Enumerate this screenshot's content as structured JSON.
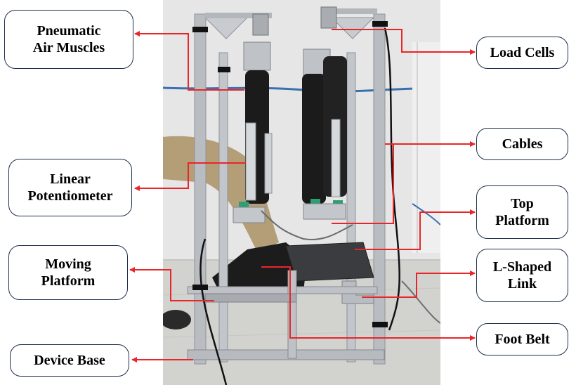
{
  "labels": {
    "pneumatic": "Pneumatic\nAir Muscles",
    "linear": "Linear\nPotentiometer",
    "moving": "Moving\nPlatform",
    "base": "Device Base",
    "load": "Load Cells",
    "cables": "Cables",
    "top": "Top\nPlatform",
    "lshaped": "L-Shaped\nLink",
    "foot": "Foot Belt"
  },
  "colors": {
    "arrow": "#e8262a",
    "label_border": "#1e2f4d",
    "frame": "#b9bdc2",
    "muscle": "#1b1b1b",
    "connector": "#2e9f72"
  }
}
